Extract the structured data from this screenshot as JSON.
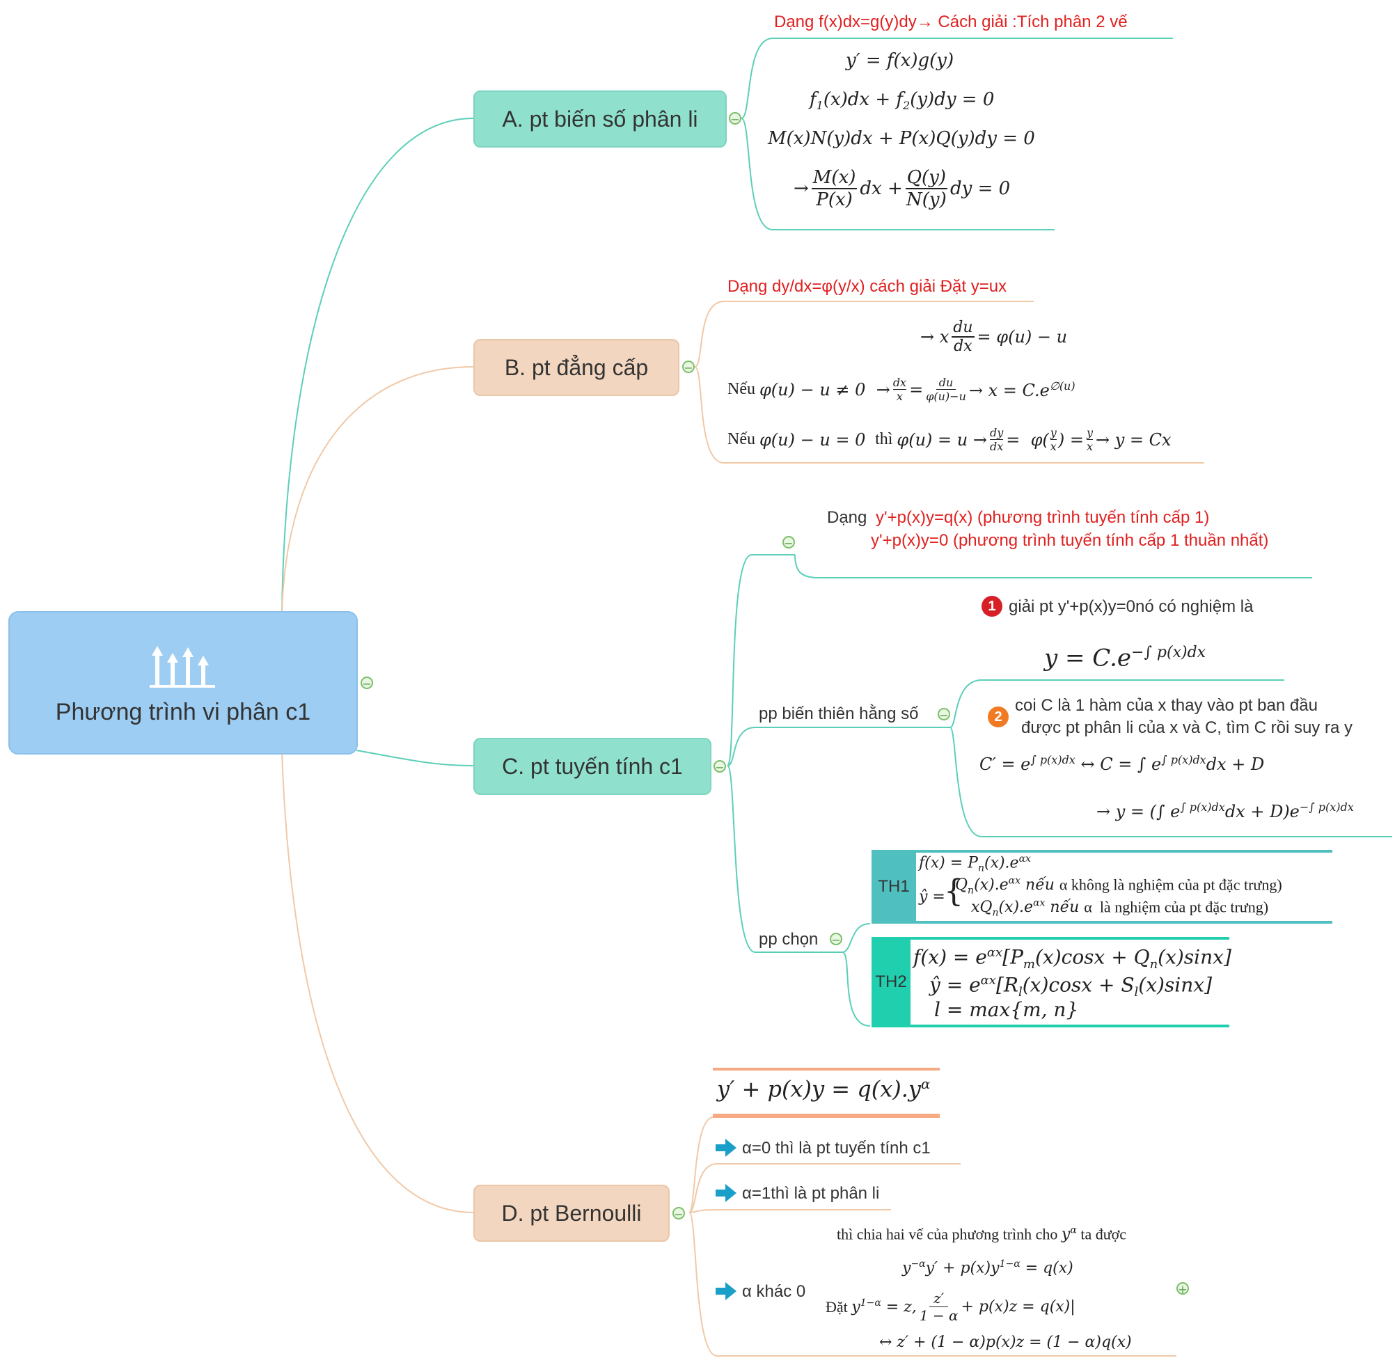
{
  "root": {
    "title": "Phương trình vi phân c1",
    "icon": "bar-chart-arrows-icon"
  },
  "branches": {
    "a": {
      "label": "A. pt biến số phân li",
      "heading": "Dạng  f(x)dx=g(y)dy→ Cách giải :Tích phân 2 vế",
      "formulas": [
        "y′ = f(x)g(y)",
        "f₁(x)dx + f₂(y)dy = 0",
        "M(x)N(y)dx + P(x)Q(y)dy = 0",
        "→ M(x)/P(x) dx + Q(y)/N(y) dy = 0"
      ]
    },
    "b": {
      "label": "B. pt đẳng cấp",
      "heading": "Dạng dy/dx=φ(y/x) cách giải Đặt y=ux",
      "formulas": [
        "→ x du/dx = φ(u) − u",
        "Nếu φ(u) − u ≠ 0  → dx/x = du/(φ(u)−u) → x = C.e^∅(u)",
        "Nếu φ(u) − u = 0  thì φ(u) = u → dy/dx = φ(y/x) = y/x → y = Cx"
      ]
    },
    "c": {
      "label": "C. pt tuyến tính c1",
      "form_prefix": "Dạng",
      "form_line1": "y'+p(x)y=q(x)  (phương trình tuyến tính cấp 1)",
      "form_line2": "y'+p(x)y=0  (phương trình tuyến tính cấp 1 thuần nhất)",
      "pp1": {
        "label": "pp biến thiên hằng số",
        "step1_num": "1",
        "step1_text": "giải pt  y'+p(x)y=0nó có nghiệm là",
        "step1_formula": "y = C.e^(−∫p(x)dx)",
        "step2_num": "2",
        "step2_line1": "coi C là 1 hàm của x thay vào pt ban đầu",
        "step2_line2": "được pt phân li của x và C, tìm C rồi suy ra y",
        "formula1": "C′ = e^∫p(x)dx ↔ C = ∫e^∫p(x)dx dx + D",
        "formula2": "→ y = (∫e^∫p(x)dx dx + D)e^(−∫p(x)dx)"
      },
      "pp2": {
        "label": "pp chọn",
        "th1": {
          "label": "TH1",
          "l1": "f(x) = Pₙ(x).e^αx",
          "l2": "Qₙ(x).e^αx nếu α không là nghiệm của pt đặc trưng",
          "l3": "xQₙ(x).e^αx nếu α  là nghiệm của pt đặc trưng",
          "yhat": "ŷ ="
        },
        "th2": {
          "label": "TH2",
          "l1": "f(x) = e^αx[Pₘ(x)cosx + Qₙ(x)sinx]",
          "l2": "ŷ = e^αx[Rₗ(x)cosx + Sₗ(x)sinx]",
          "l3": "l = max{m, n}"
        }
      }
    },
    "d": {
      "label": "D. pt Bernoulli",
      "form": "y′ + p(x)y = q(x).y^α",
      "case1": "α=0 thì là pt tuyến tính c1",
      "case2": "α=1thì là pt phân li",
      "case3": "α khác 0",
      "case3_l1": "thì chia hai vế của phương trình cho y^α ta được",
      "case3_l2": "y^−α y′ + p(x)y^(1−α) = q(x)",
      "case3_l3": "Đặt y^(1−α) = z, z′/(1 − α) + p(x)z = q(x)",
      "case3_l4": "↔ z′ + (1 − α)p(x)z = (1 − α)q(x)"
    }
  },
  "colors": {
    "teal": "#5ccfb8",
    "peach": "#f0c9a8",
    "red": "#e02020",
    "arrow": "#1aa0c8",
    "badge1": "#d71f26",
    "badge2": "#f07b22"
  }
}
